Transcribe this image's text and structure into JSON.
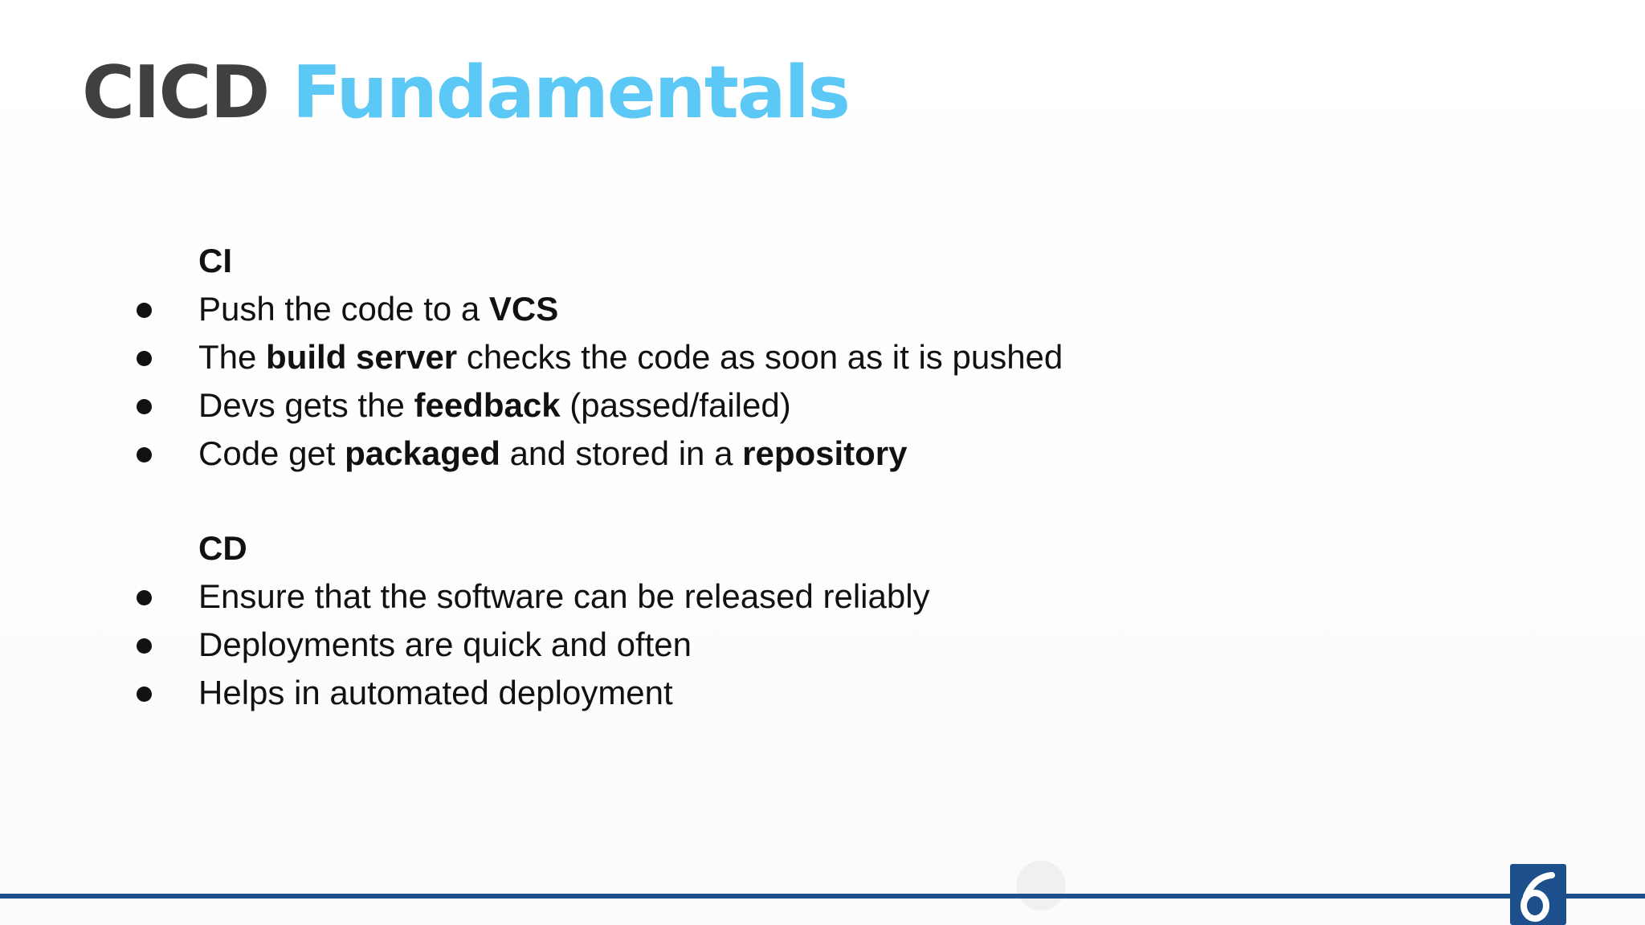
{
  "slide": {
    "title": {
      "main": "CICD",
      "accent": "Fundamentals"
    },
    "sections": [
      {
        "heading": "CI",
        "bullets": [
          {
            "parts": [
              {
                "t": "Push the code to a "
              },
              {
                "t": "VCS",
                "b": true
              }
            ]
          },
          {
            "parts": [
              {
                "t": "The "
              },
              {
                "t": "build server",
                "b": true
              },
              {
                "t": " checks the code as soon as it is pushed"
              }
            ]
          },
          {
            "parts": [
              {
                "t": "Devs gets the "
              },
              {
                "t": "feedback",
                "b": true
              },
              {
                "t": " (passed/failed)"
              }
            ]
          },
          {
            "parts": [
              {
                "t": "Code get "
              },
              {
                "t": "packaged",
                "b": true
              },
              {
                "t": " and stored in a "
              },
              {
                "t": "repository",
                "b": true
              }
            ]
          }
        ]
      },
      {
        "heading": "CD",
        "bullets": [
          {
            "parts": [
              {
                "t": "Ensure that the software can be released reliably"
              }
            ]
          },
          {
            "parts": [
              {
                "t": "Deployments are quick and often"
              }
            ]
          },
          {
            "parts": [
              {
                "t": "Helps in automated deployment"
              }
            ]
          }
        ]
      }
    ]
  },
  "colors": {
    "title_main": "#404040",
    "title_accent": "#5bc8f5",
    "footer_line": "#1d4f8c",
    "logo_bg": "#1d4f8c"
  },
  "icons": {
    "logo": "brand-logo-icon",
    "bullet": "bullet-dot-icon"
  }
}
